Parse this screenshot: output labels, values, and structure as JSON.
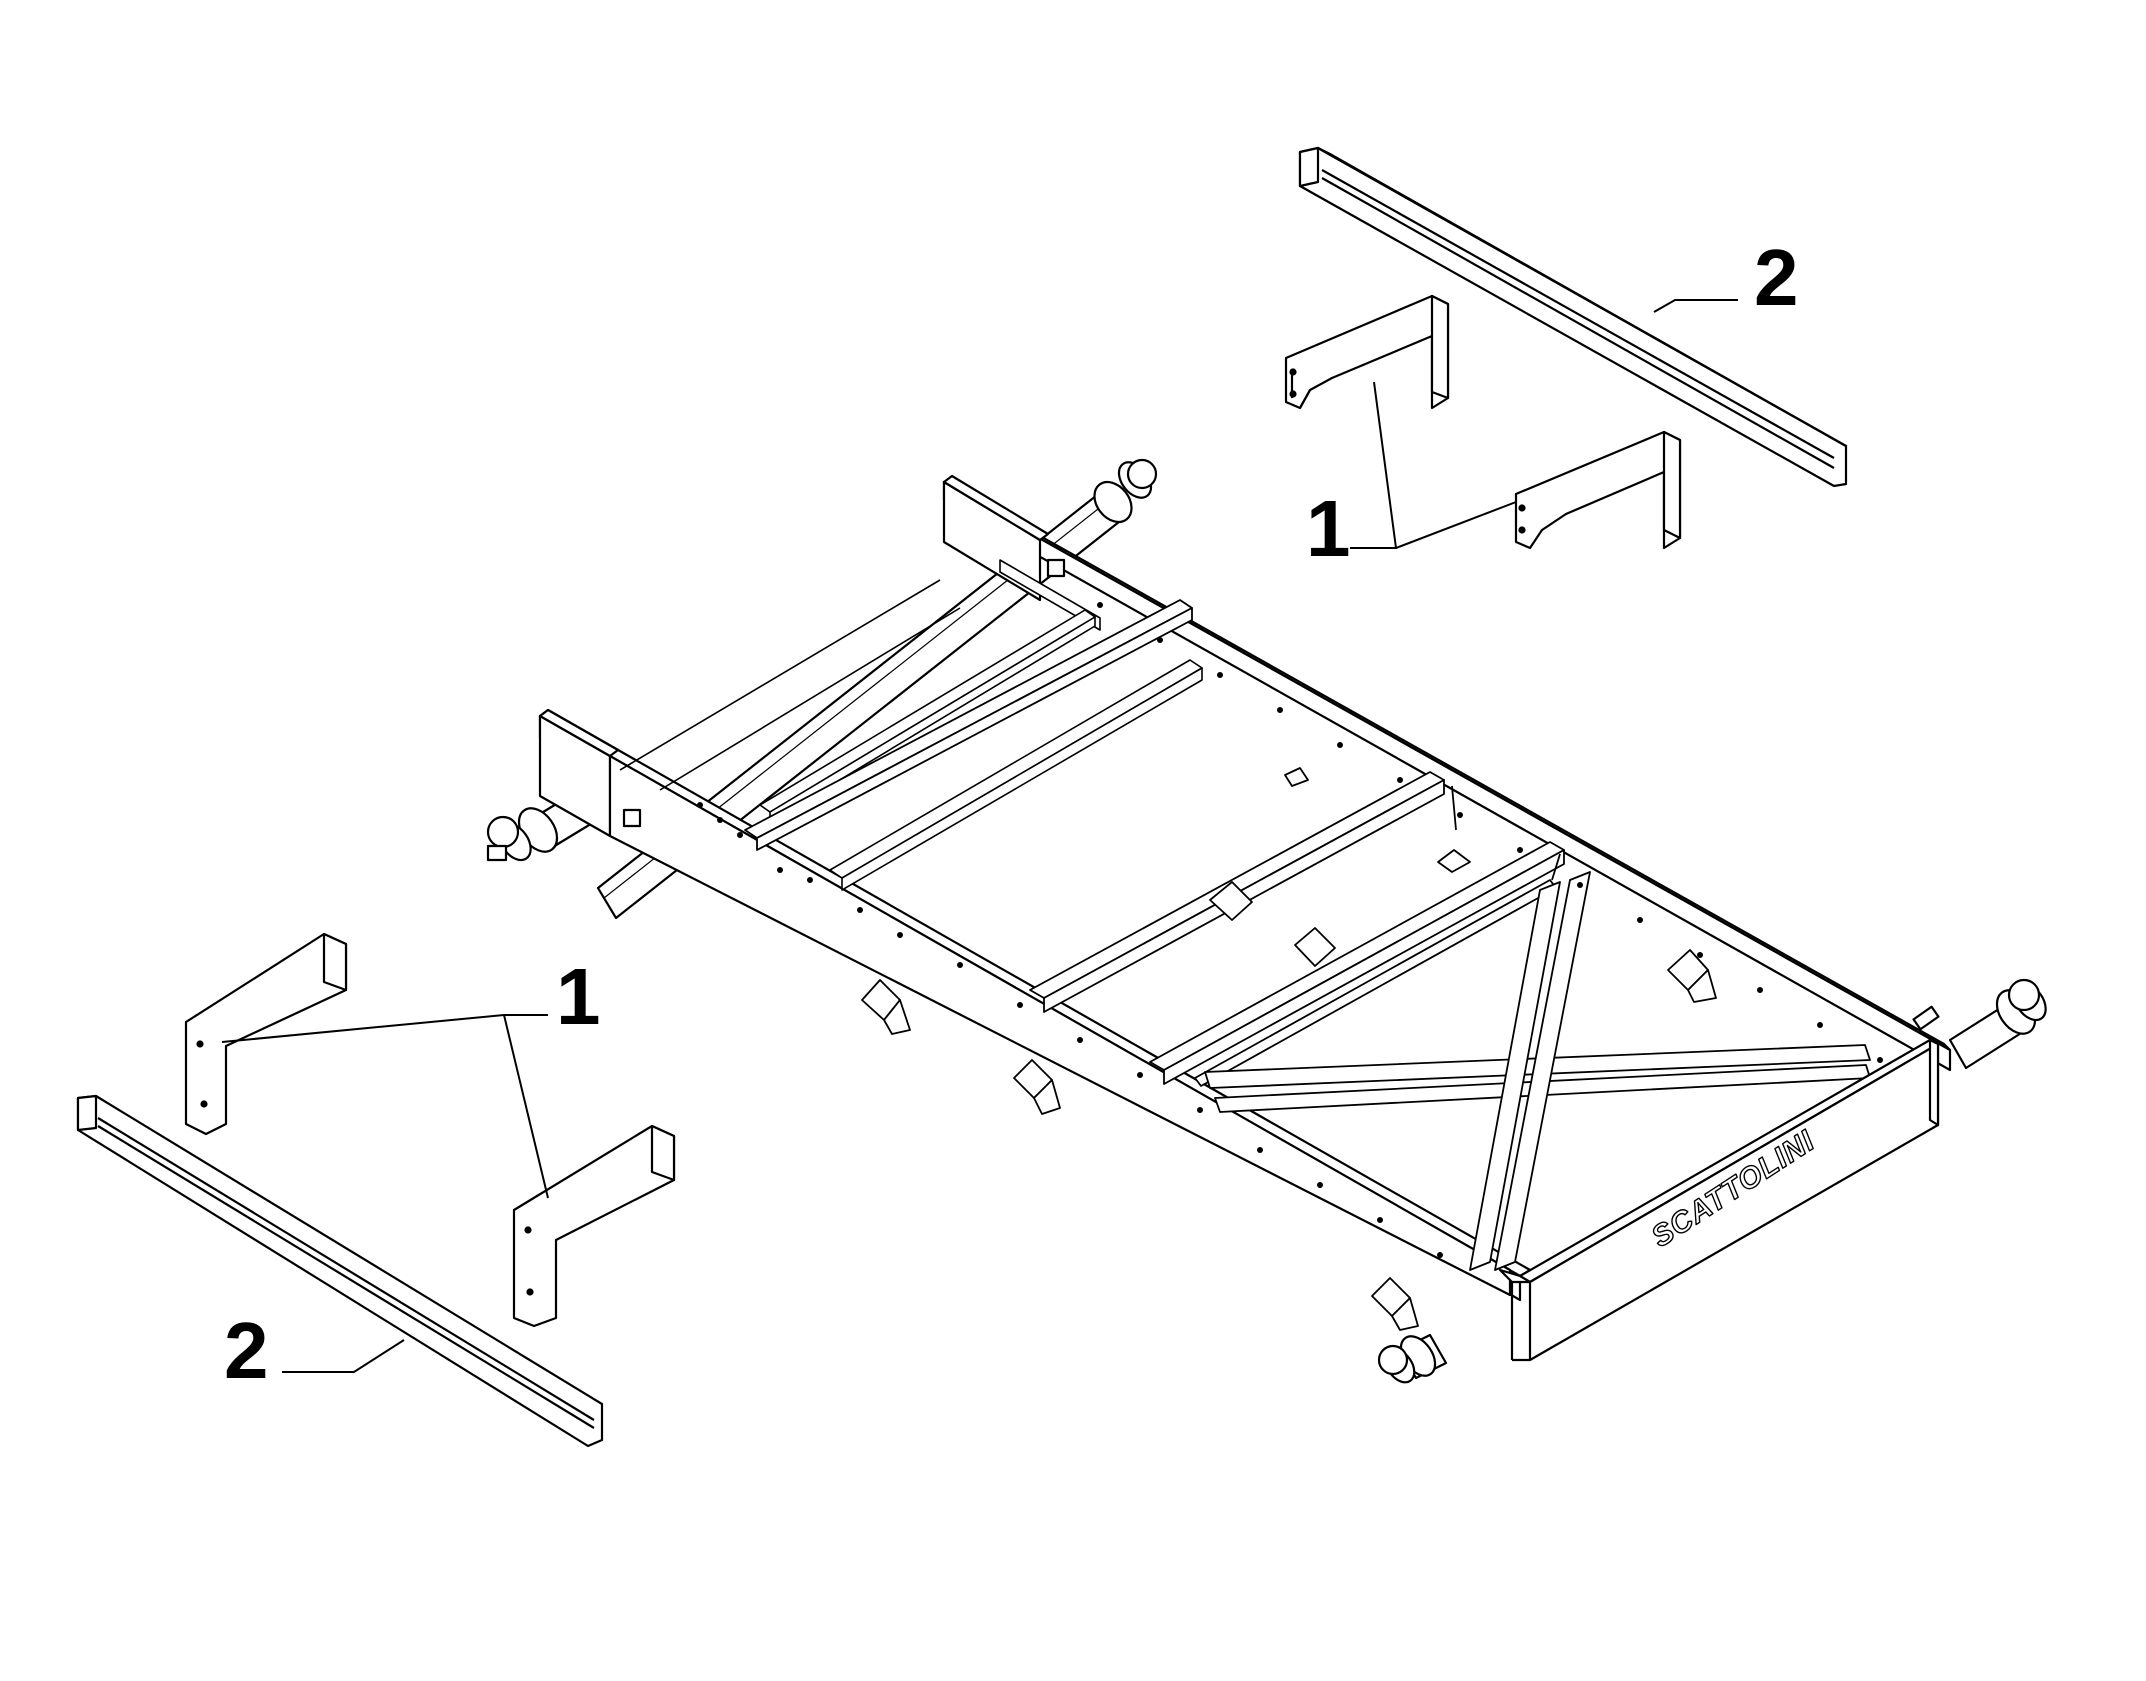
{
  "drawing": {
    "brand": "SCATTOLINI",
    "callouts": [
      {
        "id": "top-1",
        "label": "1"
      },
      {
        "id": "top-2",
        "label": "2"
      },
      {
        "id": "left-1",
        "label": "1"
      },
      {
        "id": "left-2",
        "label": "2"
      }
    ]
  }
}
